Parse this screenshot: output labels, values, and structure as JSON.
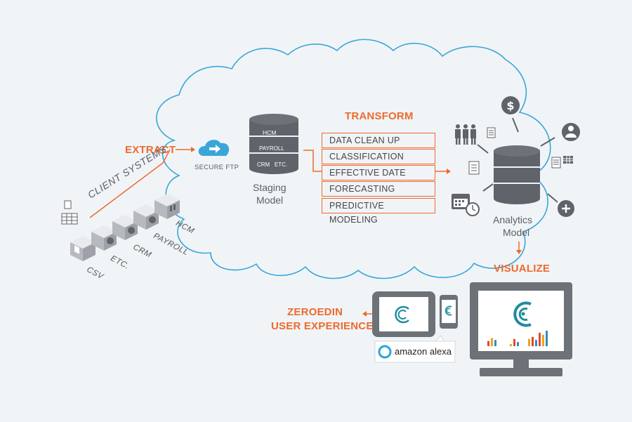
{
  "extract": {
    "label": "EXTRACT",
    "ftp_label": "SECURE FTP"
  },
  "client_systems": {
    "title": "CLIENT SYSTEMS",
    "items": [
      "CSV",
      "ETC.",
      "CRM",
      "PAYROLL",
      "HCM"
    ]
  },
  "staging": {
    "title_line1": "Staging",
    "title_line2": "Model",
    "db_labels": [
      "HCM",
      "PAYROLL",
      "CRM   ETC."
    ]
  },
  "transform": {
    "label": "TRANSFORM",
    "steps": [
      "DATA CLEAN UP",
      "CLASSIFICATION",
      "EFFECTIVE DATE",
      "FORECASTING",
      "PREDICTIVE MODELING"
    ]
  },
  "analytics": {
    "title_line1": "Analytics",
    "title_line2": "Model"
  },
  "visualize": {
    "label": "VISUALIZE"
  },
  "zeroedin": {
    "line1": "ZEROEDIN",
    "line2": "USER EXPERIENCE"
  },
  "alexa": {
    "label": "amazon alexa"
  },
  "colors": {
    "accent": "#ee6a2d",
    "cloud_stroke": "#3aa6d8",
    "teal": "#1f8c9e",
    "device": "#6d7178",
    "icon_gray": "#5f636a"
  },
  "icons": [
    "cloud-arrow-icon",
    "database-icon",
    "dollar-icon",
    "people-icon",
    "person-icon",
    "document-icon",
    "calendar-clock-icon",
    "plus-icon",
    "zeroedin-logo-icon",
    "alexa-ring-icon"
  ],
  "bar_chart": {
    "type": "bar",
    "values": [
      5,
      8,
      6,
      2,
      7,
      4,
      7,
      9,
      6,
      13,
      11,
      15
    ],
    "colors": [
      "#e8452c",
      "#f4a01c",
      "#2a8fbd",
      "#f4a01c",
      "#e8452c",
      "#2a8fbd",
      "#f4a01c",
      "#e8452c",
      "#2a8fbd",
      "#e8452c",
      "#f4a01c",
      "#2a8fbd"
    ]
  }
}
